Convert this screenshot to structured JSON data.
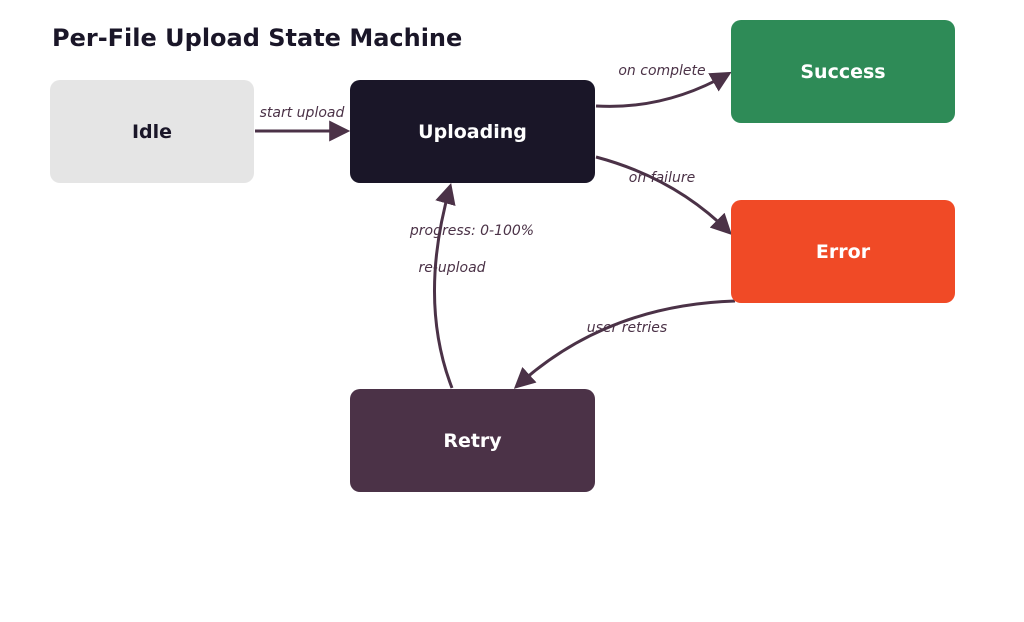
{
  "title": "Per-File Upload State Machine",
  "colors": {
    "idle": "#e5e5e5",
    "uploading": "#1a1628",
    "success": "#2e8b57",
    "error": "#f04a26",
    "retry": "#4b3247",
    "edge": "#4b3247",
    "dark_text": "#1a1628",
    "light_text": "#ffffff"
  },
  "states": {
    "idle": "Idle",
    "uploading": "Uploading",
    "success": "Success",
    "error": "Error",
    "retry": "Retry"
  },
  "transitions": {
    "start_upload": "start upload",
    "on_complete": "on complete",
    "on_failure": "on failure",
    "progress": "progress: 0-100%",
    "re_upload": "re-upload",
    "user_retries": "user retries"
  }
}
